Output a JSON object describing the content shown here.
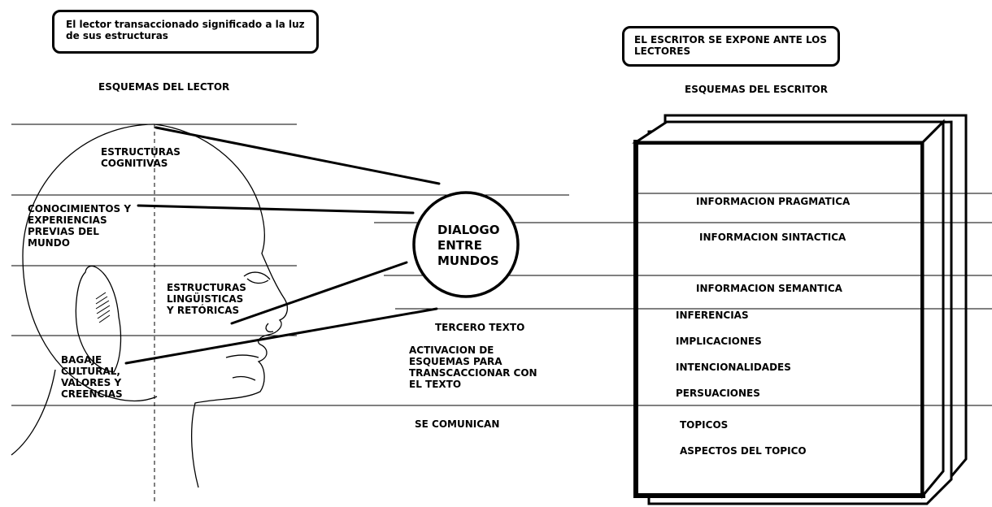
{
  "reader": {
    "callout": "El lector transaccionado significado a la luz de sus estructuras",
    "title": "ESQUEMAS DEL LECTOR",
    "labels": {
      "cognitive": [
        "ESTRUCTURAS",
        "COGNITIVAS"
      ],
      "knowledge": [
        "CONOCIMIENTOS Y",
        "EXPERIENCIAS",
        "PREVIAS DEL",
        "MUNDO"
      ],
      "linguistic": [
        "ESTRUCTURAS",
        "LINGÜISTICAS",
        "Y RETÓRICAS"
      ],
      "cultural": [
        "BAGAJE",
        "CULTURAL,",
        "VALORES Y",
        "CREENCIAS"
      ]
    }
  },
  "center": {
    "circle_text": [
      "DIALOGO",
      "ENTRE",
      "MUNDOS"
    ],
    "third_text": "TERCERO TEXTO",
    "activation": [
      "ACTIVACION DE",
      "ESQUEMAS PARA",
      "TRANSCACCIONAR CON",
      "EL TEXTO"
    ],
    "communicate": "SE COMUNICAN"
  },
  "writer": {
    "callout": "EL ESCRITOR SE EXPONE ANTE LOS LECTORES",
    "title": "ESQUEMAS DEL ESCRITOR",
    "items": {
      "pragmatic": "INFORMACION PRAGMATICA",
      "syntactic": "INFORMACION SINTACTICA",
      "semantic": "INFORMACION SEMANTICA",
      "inferences": "INFERENCIAS",
      "implications": "IMPLICACIONES",
      "intentionalities": "INTENCIONALIDADES",
      "persuasions": "PERSUACIONES",
      "topics": "TOPICOS",
      "topic_aspects": "ASPECTOS DEL TOPICO"
    }
  }
}
